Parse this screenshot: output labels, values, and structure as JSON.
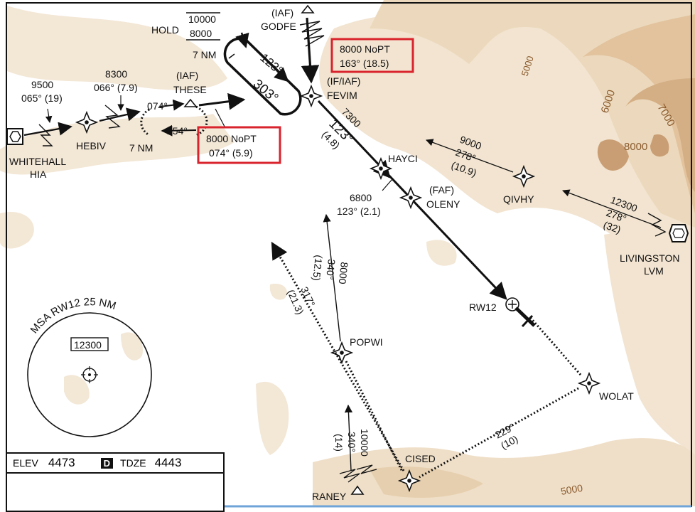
{
  "colors": {
    "terrain_low": "#f3e7d6",
    "terrain_mid": "#e7d0ae",
    "terrain_high": "#d9b993",
    "terrain_peak": "#c99e74",
    "contour_text": "#8a5a2c",
    "callout": "#d9232d",
    "ink": "#111111"
  },
  "contours": {
    "c5000a": "5000",
    "c6000": "6000",
    "c7000": "7000",
    "c8000": "8000",
    "c5000b": "5000"
  },
  "hold": {
    "label": "HOLD",
    "alt_top": "10000",
    "alt_bottom": "8000",
    "dist": "7 NM",
    "inbound": "123°",
    "outbound": "303°"
  },
  "these_hold": {
    "inbound": "074°",
    "outbound": "254°",
    "dist": "7 NM"
  },
  "fixes": {
    "godfe_role": "(IAF)",
    "godfe": "GODFE",
    "fevim_role": "(IF/IAF)",
    "fevim": "FEVIM",
    "these_role": "(IAF)",
    "these": "THESE",
    "hebiv": "HEBIV",
    "hayci": "HAYCI",
    "oleny_role": "(FAF)",
    "oleny": "OLENY",
    "qivhy": "QIVHY",
    "popwi": "POPWI",
    "cised": "CISED",
    "wolat": "WOLAT",
    "raney": "RANEY",
    "rw12": "RW12"
  },
  "navaids": {
    "whitehall_name": "WHITEHALL",
    "whitehall_id": "HIA",
    "livingston_name": "LIVINGSTON",
    "livingston_id": "LVM"
  },
  "segments": {
    "whitehall_alt": "9500",
    "whitehall_crs": "065° (19)",
    "hebiv_alt": "8300",
    "hebiv_crs": "066° (7.9)",
    "fevim_alt": "7300",
    "fevim_crs": "123°",
    "fevim_dist": "(4.8)",
    "hayci_alt": "6800",
    "hayci_crs": "123° (2.1)",
    "qivhy_alt": "9000",
    "qivhy_crs": "278°",
    "qivhy_dist": "(10.9)",
    "lvm_alt": "12300",
    "lvm_crs": "278°",
    "lvm_dist": "(32)",
    "popwi_alt": "8000",
    "popwi_crs": "340°",
    "popwi_dist": "(12.5)",
    "cised_crs": "317°",
    "cised_dist": "(21.3)",
    "raney_alt": "10000",
    "raney_crs": "340°",
    "raney_dist": "(14)",
    "wolat_crs": "229°",
    "wolat_dist": "(10)"
  },
  "callouts": {
    "godfe_line1": "8000 NoPT",
    "godfe_line2": "163° (18.5)",
    "these_line1": "8000 NoPT",
    "these_line2": "074° (5.9)"
  },
  "msa": {
    "label": "MSA RW12 25 NM",
    "alt": "12300"
  },
  "elevation": {
    "elev_label": "ELEV",
    "elev_value": "4473",
    "d_badge": "D",
    "tdze_label": "TDZE",
    "tdze_value": "4443"
  }
}
